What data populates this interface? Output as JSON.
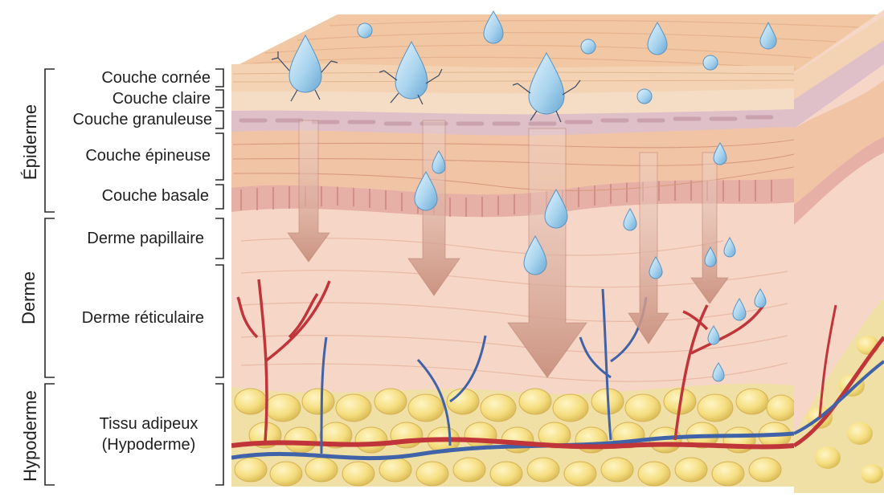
{
  "groups": {
    "epidermis": "Épiderme",
    "dermis": "Derme",
    "hypodermis": "Hypoderme"
  },
  "layers": {
    "stratum_corneum": "Couche cornée",
    "stratum_lucidum": "Couche claire",
    "stratum_granulosum": "Couche granuleuse",
    "stratum_spinosum": "Couche épineuse",
    "stratum_basale": "Couche basale",
    "papillary_dermis": "Derme papillaire",
    "reticular_dermis": "Derme réticulaire",
    "adipose_line1": "Tissu adipeux",
    "adipose_line2": "(Hypoderme)"
  },
  "colors": {
    "horny_layer": "#f3d3b4",
    "granular_layer": "#dfc0c8",
    "spinous_layer": "#f2c4a6",
    "basal_layer": "#e7b0a6",
    "dermis": "#f6d6c6",
    "fat": "#f2dc7c",
    "fat_bg": "#f1e0a6",
    "artery": "#c0353a",
    "vein": "#3f62a8",
    "arrow": "#cf9d8c",
    "droplet": "#a9d4ee"
  }
}
